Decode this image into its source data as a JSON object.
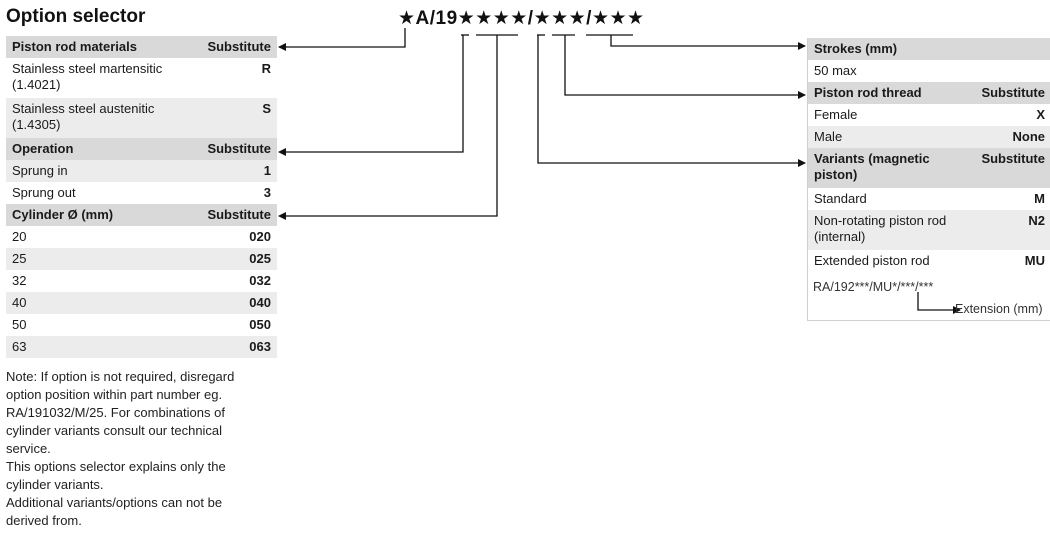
{
  "title": "Option selector",
  "part_number_code": "★A/19★★★★/★★★/★★★",
  "left_table": [
    {
      "header": {
        "name": "Piston rod materials",
        "substitute": "Substitute"
      },
      "rows": [
        {
          "label": "Stainless steel martensitic (1.4021)",
          "code": "R"
        },
        {
          "label": "Stainless steel austenitic (1.4305)",
          "code": "S"
        }
      ]
    },
    {
      "header": {
        "name": "Operation",
        "substitute": "Substitute"
      },
      "rows": [
        {
          "label": "Sprung in",
          "code": "1"
        },
        {
          "label": "Sprung out",
          "code": "3"
        }
      ]
    },
    {
      "header": {
        "name": "Cylinder Ø (mm)",
        "substitute": "Substitute"
      },
      "rows": [
        {
          "label": "20",
          "code": "020"
        },
        {
          "label": "25",
          "code": "025"
        },
        {
          "label": "32",
          "code": "032"
        },
        {
          "label": "40",
          "code": "040"
        },
        {
          "label": "50",
          "code": "050"
        },
        {
          "label": "63",
          "code": "063"
        }
      ]
    }
  ],
  "note_lines": [
    "Note: If option is not required, disregard",
    "option position within part number eg.",
    "RA/191032/M/25. For combinations of",
    "cylinder variants consult our technical",
    "service.",
    "This options selector explains only the",
    "cylinder variants.",
    "Additional variants/options can not be",
    "derived from."
  ],
  "right_table": {
    "strokes_header": "Strokes (mm)",
    "strokes_value": "50 max",
    "thread_header": {
      "name": "Piston rod thread",
      "substitute": "Substitute"
    },
    "thread_rows": [
      {
        "label": "Female",
        "code": "X"
      },
      {
        "label": "Male",
        "code": "None"
      }
    ],
    "variants_header": {
      "name": "Variants (magnetic piston)",
      "substitute": "Substitute"
    },
    "variant_rows": [
      {
        "label": "Standard",
        "code": "M"
      },
      {
        "label": "Non-rotating piston rod (internal)",
        "code": "N2"
      },
      {
        "label": "Extended piston rod",
        "code": "MU"
      }
    ],
    "extension_example": "RA/192***/MU*/***/***",
    "extension_label": "Extension (mm)"
  }
}
